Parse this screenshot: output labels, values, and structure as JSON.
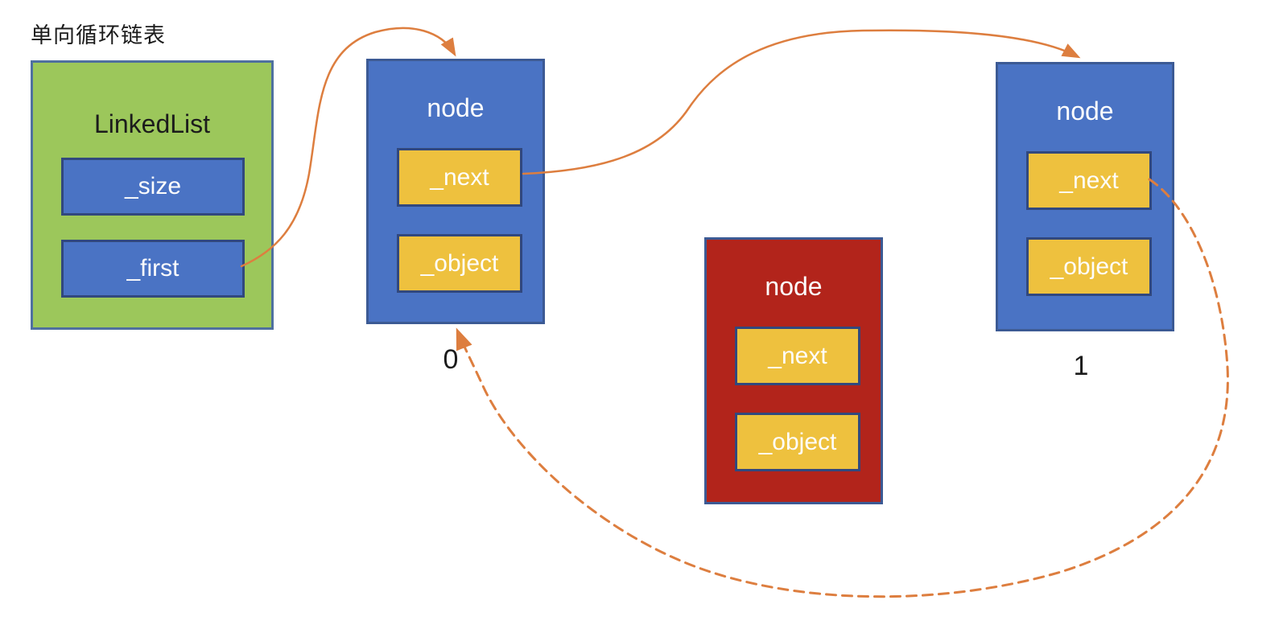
{
  "title": "单向循环链表",
  "colors": {
    "green-fill": "#9cc75b",
    "green-border": "#4f709f",
    "blue-fill": "#4a73c4",
    "blue-border": "#3c5a94",
    "field-border": "#31487e",
    "yellow-fill": "#eec13e",
    "red-fill": "#b2241b",
    "arrow": "#dd7e3f",
    "text-dark": "#1c1c1c",
    "text-light": "#fdfdfd"
  },
  "linkedlist": {
    "label": "LinkedList",
    "fields": [
      "_size",
      "_first"
    ]
  },
  "nodes": [
    {
      "id": "node-0",
      "label": "node",
      "fields": [
        "_next",
        "_object"
      ],
      "index_label": "0",
      "variant": "blue"
    },
    {
      "id": "node-new",
      "label": "node",
      "fields": [
        "_next",
        "_object"
      ],
      "index_label": "",
      "variant": "red"
    },
    {
      "id": "node-1",
      "label": "node",
      "fields": [
        "_next",
        "_object"
      ],
      "index_label": "1",
      "variant": "blue"
    }
  ],
  "edges": [
    {
      "from": "LinkedList._first",
      "to": "node-0",
      "style": "solid"
    },
    {
      "from": "node-0._next",
      "to": "node-1",
      "style": "solid"
    },
    {
      "from": "node-1._next",
      "to": "node-0",
      "style": "dashed"
    }
  ]
}
